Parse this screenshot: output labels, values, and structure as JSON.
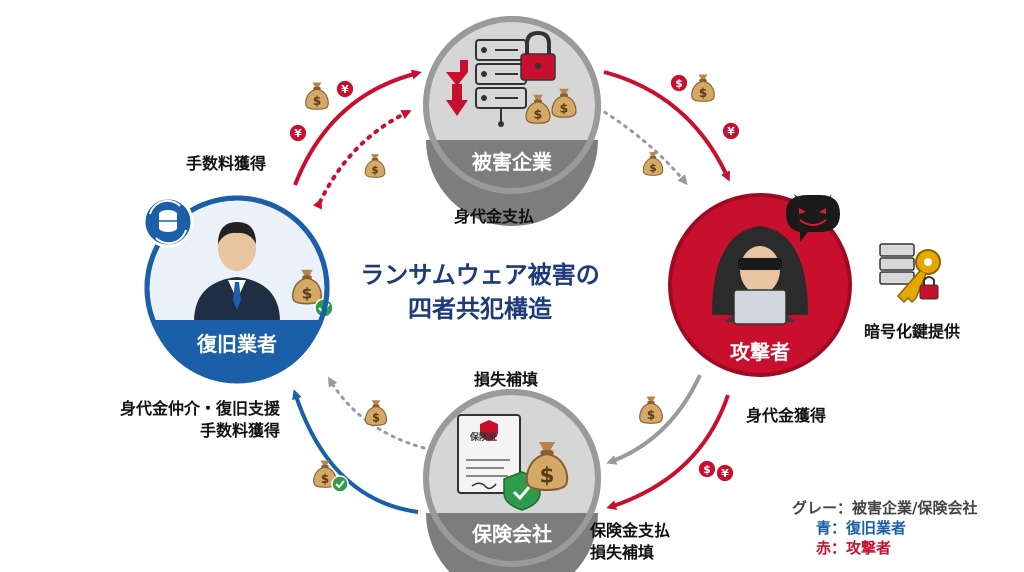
{
  "title_line1": "ランサムウェア被害の",
  "title_line2": "四者共犯構造",
  "nodes": {
    "victim": "被害企業",
    "attacker": "攻撃者",
    "insurer": "保険会社",
    "recovery": "復旧業者"
  },
  "labels": {
    "ransom_pay": "身代金支払",
    "fee_top": "手数料獲得",
    "key_provide": "暗号化鍵提供",
    "ransom_gain": "身代金獲得",
    "loss_comp_top": "損失補填",
    "insurance_pay_1": "保険金支払",
    "insurance_pay_2": "損失補填",
    "broker_1": "身代金仲介・復旧支援",
    "broker_2": "手数料獲得",
    "cert": "保険証"
  },
  "legend": {
    "gray": "グレー：被害企業/保険会社",
    "blue": "青：復旧業者",
    "red": "赤：攻撃者"
  },
  "colors": {
    "red": "#c8102e",
    "blue": "#1b5fa8",
    "gray": "#9a9a9a",
    "gold": "#c89b5a",
    "navy": "#1f3a7a"
  },
  "icons": [
    "server-icon",
    "lock-icon",
    "money-bag-icon",
    "yen-coin-icon",
    "dollar-coin-icon",
    "hacker-icon",
    "devil-icon",
    "key-icon",
    "businessman-icon",
    "database-sync-icon",
    "certificate-icon",
    "shield-icon",
    "check-icon"
  ]
}
